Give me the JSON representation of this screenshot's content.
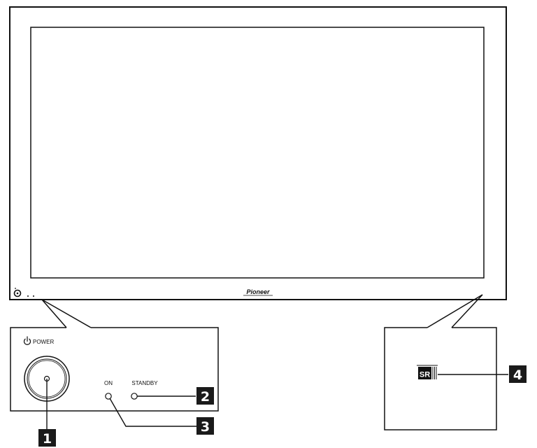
{
  "brand": {
    "logo_text": "Pioneer"
  },
  "power_panel": {
    "power_label": "POWER",
    "on_label": "ON",
    "standby_label": "STANDBY"
  },
  "sr_panel": {
    "sr_text": "SR"
  },
  "callouts": [
    {
      "number": "1",
      "target": "power-button"
    },
    {
      "number": "2",
      "target": "standby-indicator"
    },
    {
      "number": "3",
      "target": "on-indicator"
    },
    {
      "number": "4",
      "target": "sr-sensor"
    }
  ],
  "icons": {
    "power": "power-icon",
    "sensor": "remote-sensor-icon"
  },
  "colors": {
    "line": "#111111",
    "badge": "#1a1a1a",
    "background": "#ffffff"
  }
}
